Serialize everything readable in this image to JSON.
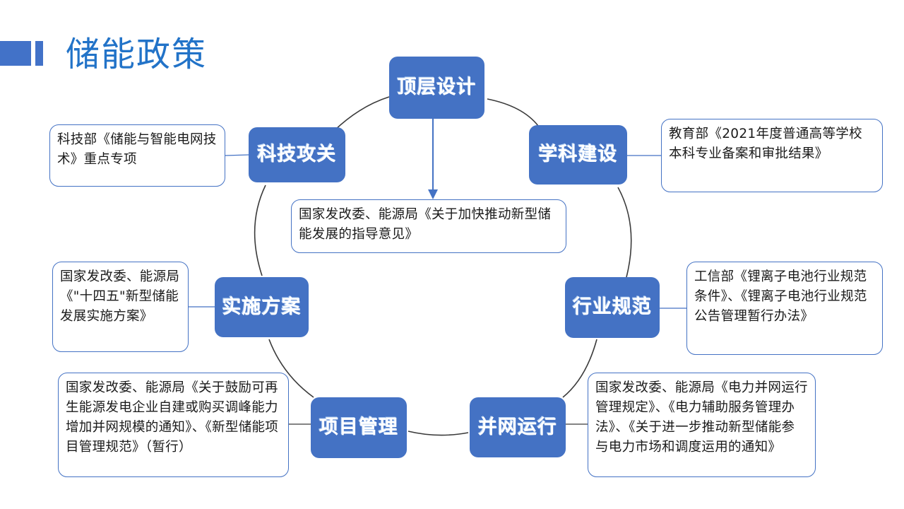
{
  "slide": {
    "title": "储能政策",
    "accent_color": "#4472C4",
    "title_color": "#2273C8",
    "background": "#ffffff"
  },
  "diagram": {
    "type": "cycle-diagram",
    "nodes": [
      {
        "id": "top-design",
        "label": "顶层设计"
      },
      {
        "id": "discipline",
        "label": "学科建设"
      },
      {
        "id": "research",
        "label": "科技攻关"
      },
      {
        "id": "standard",
        "label": "行业规范"
      },
      {
        "id": "plan",
        "label": "实施方案"
      },
      {
        "id": "grid",
        "label": "并网运行"
      },
      {
        "id": "project",
        "label": "项目管理"
      }
    ],
    "callouts": [
      {
        "id": "research-callout",
        "for": "research",
        "text": "科技部《储能与智能电网技术》重点专项"
      },
      {
        "id": "discipline-callout",
        "for": "discipline",
        "text": "教育部《2021年度普通高等学校本科专业备案和审批结果》"
      },
      {
        "id": "topdesign-callout",
        "for": "top-design",
        "text": "国家发改委、能源局《关于加快推动新型储能发展的指导意见》"
      },
      {
        "id": "plan-callout",
        "for": "plan",
        "text": "国家发改委、能源局《\"十四五\"新型储能发展实施方案》"
      },
      {
        "id": "standard-callout",
        "for": "standard",
        "text": "工信部《锂离子电池行业规范条件》、《锂离子电池行业规范公告管理暂行办法》"
      },
      {
        "id": "project-callout",
        "for": "project",
        "text": "国家发改委、能源局《关于鼓励可再生能源发电企业自建或购买调峰能力增加并网规模的通知》、《新型储能项目管理规范》（暂行）"
      },
      {
        "id": "grid-callout",
        "for": "grid",
        "text": "国家发改委、能源局《电力并网运行管理规定》、《电力辅助服务管理办法》、《关于进一步推动新型储能参与电力市场和调度运用的通知》"
      }
    ]
  }
}
